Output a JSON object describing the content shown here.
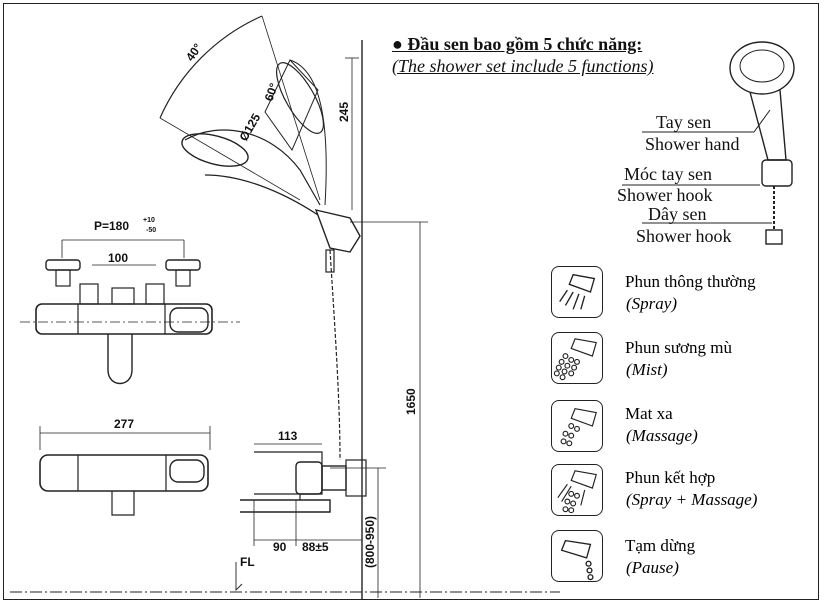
{
  "title": {
    "vi": "● Đầu sen bao gồm 5 chức năng:",
    "en": "(The shower set include 5 functions)"
  },
  "parts": [
    {
      "vi": "Tay sen",
      "en": "Shower hand"
    },
    {
      "vi": "Móc tay sen",
      "en": "Shower hook"
    },
    {
      "vi": "Dây sen",
      "en": "Shower hook"
    }
  ],
  "functions": [
    {
      "name": "Phun thông thường",
      "en": "(Spray)",
      "icon": "spray-icon"
    },
    {
      "name": "Phun sương mù",
      "en": "(Mist)",
      "icon": "mist-icon"
    },
    {
      "name": "Mat xa",
      "en": "(Massage)",
      "icon": "massage-icon"
    },
    {
      "name": "Phun kết hợp",
      "en": "(Spray + Massage)",
      "icon": "spray-massage-icon"
    },
    {
      "name": "Tạm dừng",
      "en": "(Pause)",
      "icon": "pause-icon"
    }
  ],
  "dimensions": {
    "angle_head": "40°",
    "angle_spray": "60°",
    "head_diameter": "Ø125",
    "head_height": "245",
    "pitch": "P=180",
    "pitch_tol_upper": "+10",
    "pitch_tol_lower": "-50",
    "inlet_spacing": "100",
    "body_length": "277",
    "projection": "113",
    "spout_offset": "90",
    "wall_offset": "88±5",
    "total_height": "1650",
    "mount_height": "(800-950)",
    "floor_level": "FL"
  }
}
